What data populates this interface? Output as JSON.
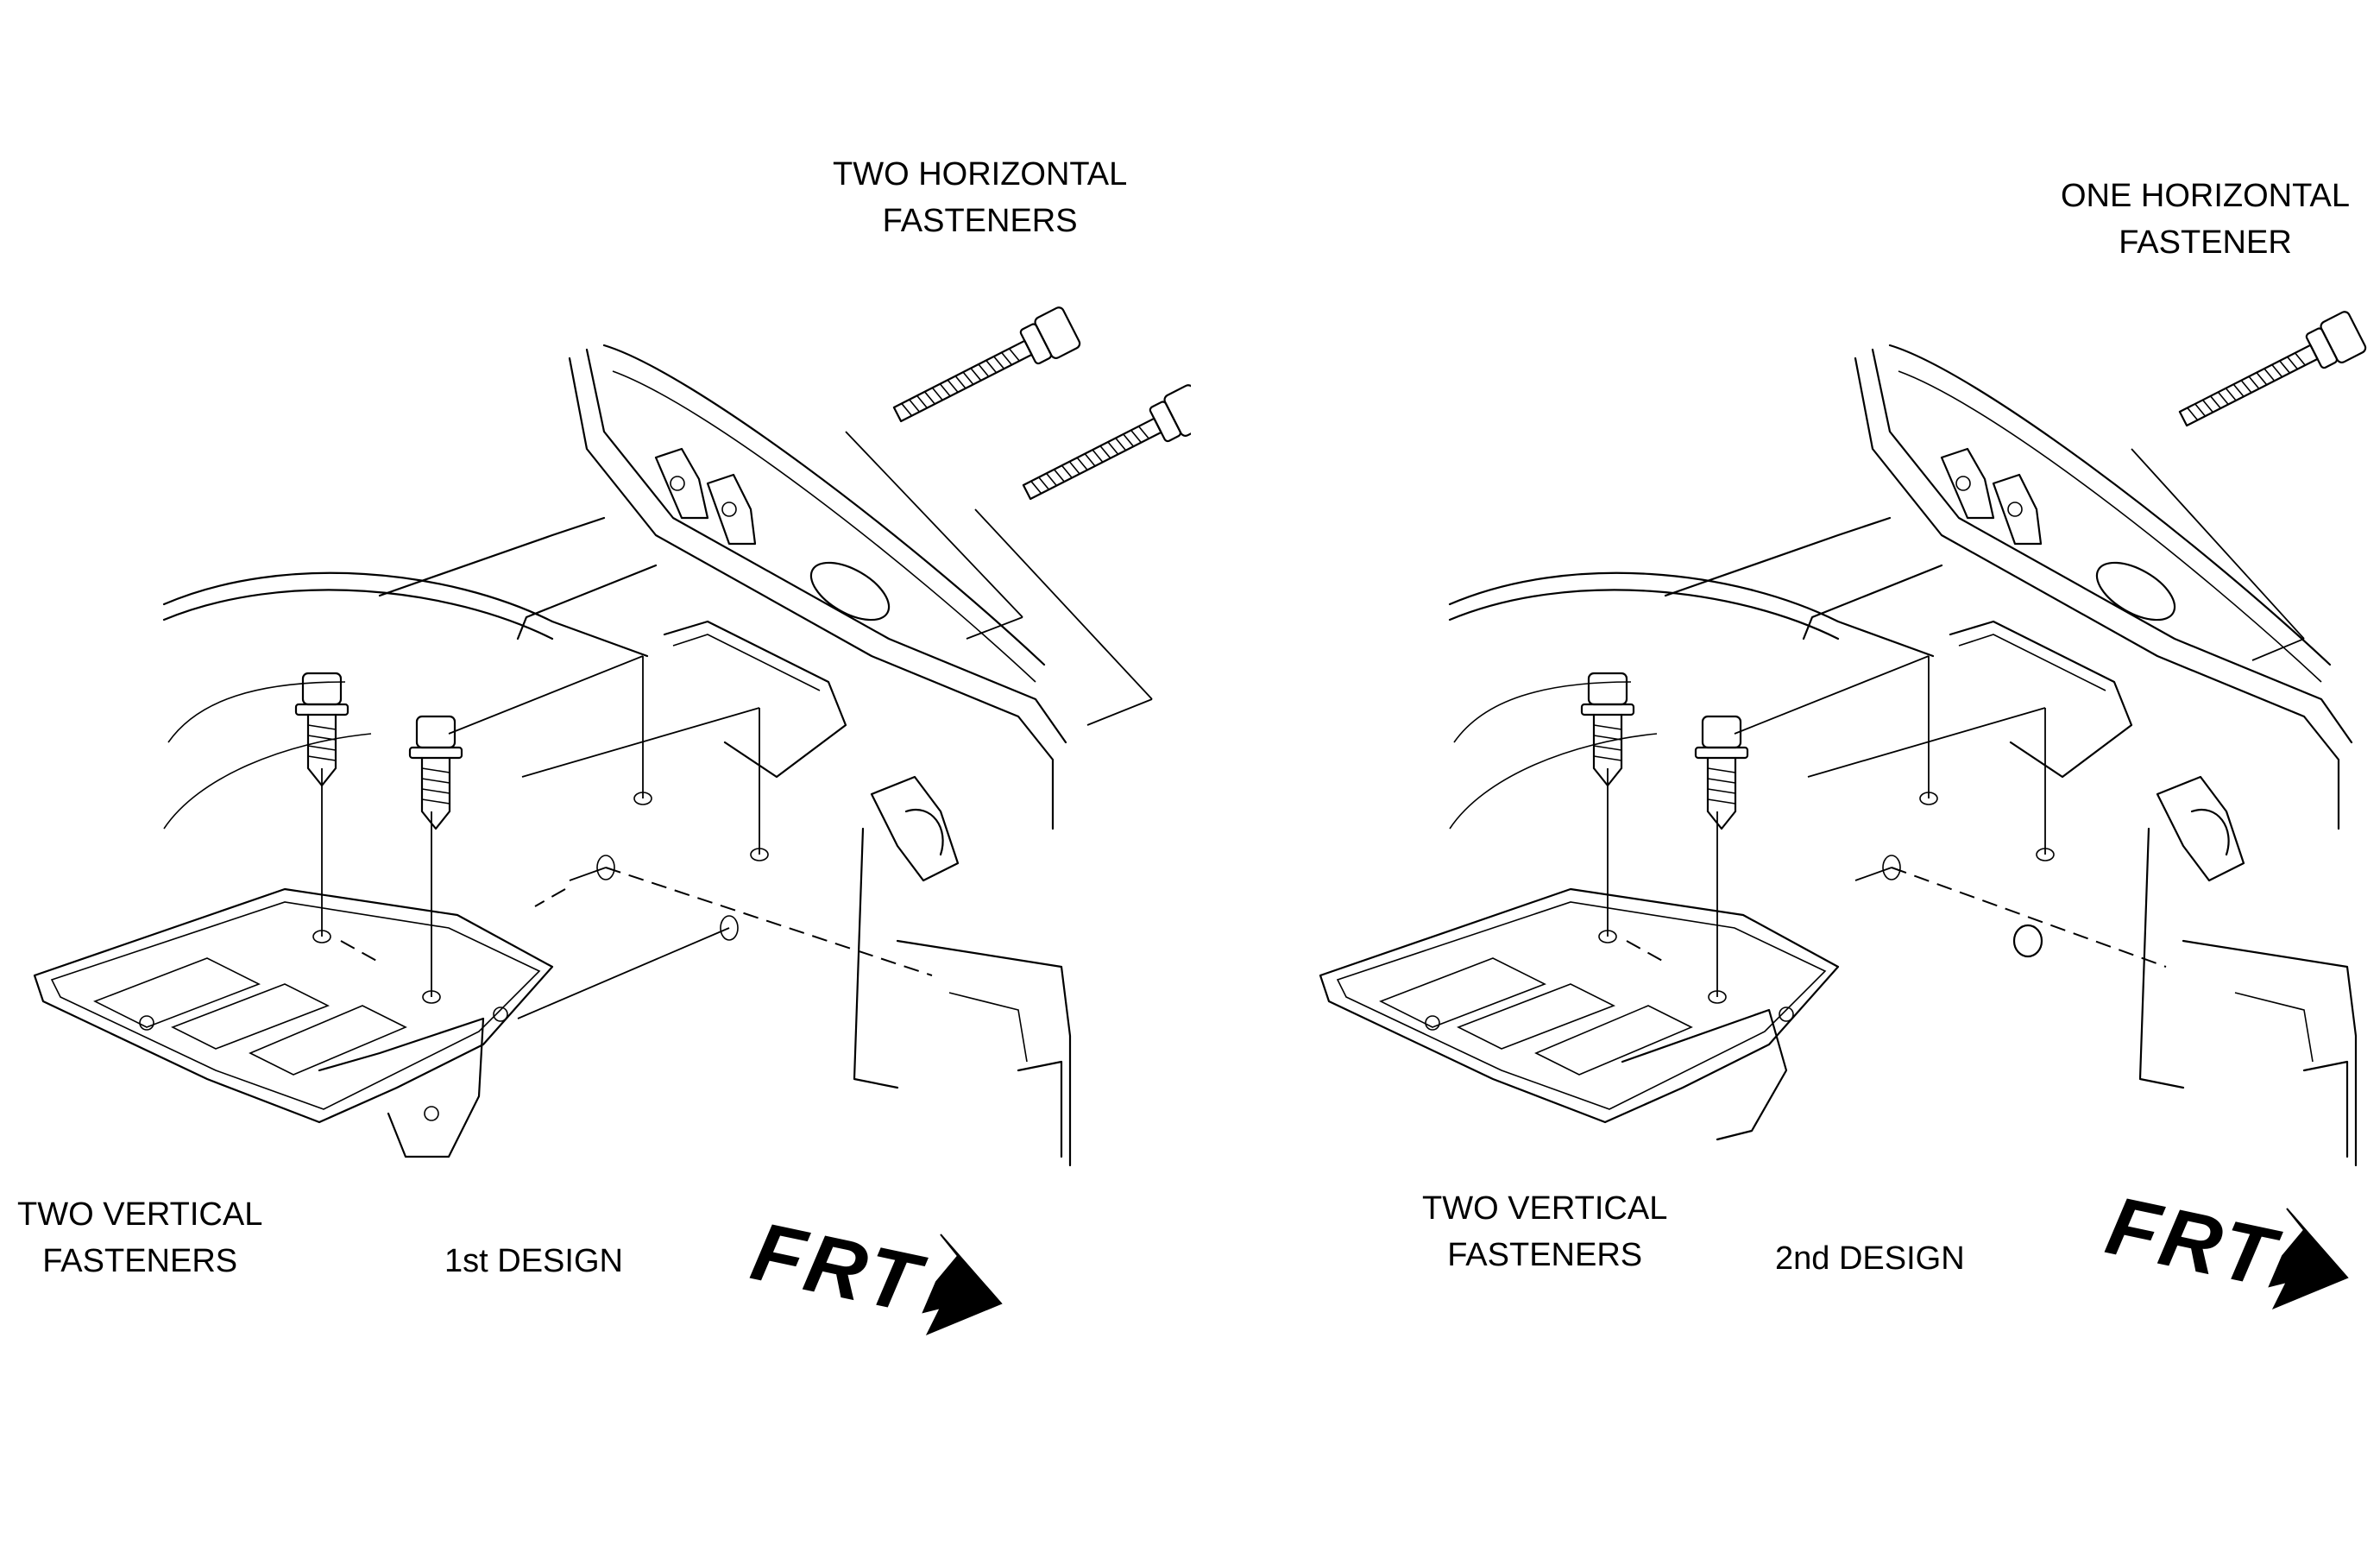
{
  "panels": [
    {
      "top_label": [
        "TWO HORIZONTAL",
        "FASTENERS"
      ],
      "bottom_label": [
        "TWO VERTICAL",
        "FASTENERS"
      ],
      "design": "1st DESIGN",
      "direction": "FRT"
    },
    {
      "top_label": [
        "ONE HORIZONTAL",
        "FASTENER"
      ],
      "bottom_label": [
        "TWO VERTICAL",
        "FASTENERS"
      ],
      "design": "2nd DESIGN",
      "direction": "FRT"
    }
  ]
}
